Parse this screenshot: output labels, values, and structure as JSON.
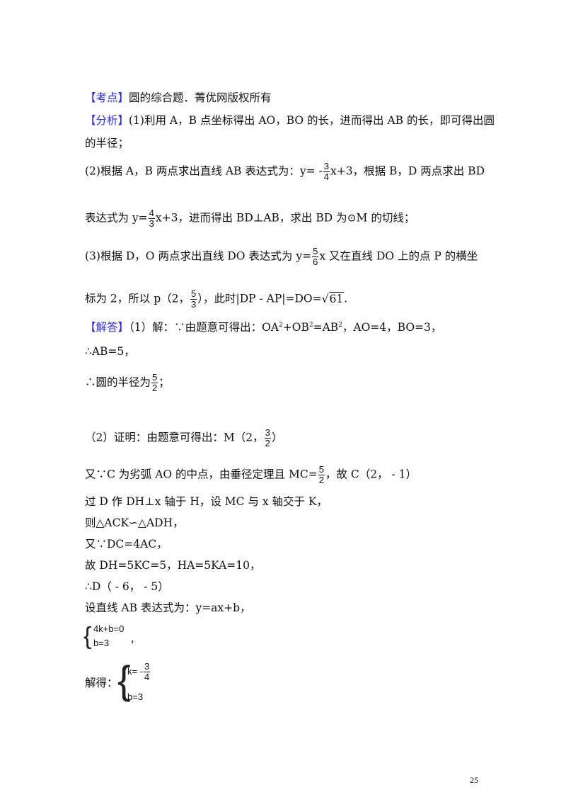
{
  "document": {
    "page_number": "25",
    "kaodian": {
      "tag": "【考点】",
      "text": "圆的综合题．菁优网版权所有"
    },
    "fenxi": {
      "tag": "【分析】",
      "p1_a": "(1)利用 A，B 点坐标得出 AO，BO 的长，进而得出 AB 的长，即可得出圆",
      "p1_b": "的半径；",
      "p2_a_pre": "(2)根据 A，B 两点求出直线 AB 表达式为：y= -",
      "p2_a_frac_num": "3",
      "p2_a_frac_den": "4",
      "p2_a_post": "x+3，根据  B，D 两点求出  BD",
      "p2_b_pre": "表达式为  y=",
      "p2_b_frac_num": "4",
      "p2_b_frac_den": "3",
      "p2_b_post": "x+3，进而得出 BD⊥AB，求出 BD 为⊙M 的切线；",
      "p3_a_pre": "(3)根据 D，O 两点求出直线 DO 表达式为  y=",
      "p3_a_frac_num": "5",
      "p3_a_frac_den": "6",
      "p3_a_post": "x 又在直线  DO 上的点 P 的横坐",
      "p3_b_pre": "标为 2，所以  p（2，",
      "p3_b_frac_num": "5",
      "p3_b_frac_den": "3",
      "p3_b_mid": "），此时|DP - AP|=DO=",
      "p3_b_sqrt": "61",
      "p3_b_end": "."
    },
    "jieda": {
      "tag": "【解答】",
      "l1": "（1）解：∵由题意可得出：OA",
      "l1_sup1": "2",
      "l1_b": "+OB",
      "l1_sup2": "2",
      "l1_c": "=AB",
      "l1_sup3": "2",
      "l1_d": "，AO=4，BO=3，",
      "l2": "∴AB=5，",
      "l3_pre": "∴圆的半径为",
      "l3_frac_num": "5",
      "l3_frac_den": "2",
      "l3_post": "；",
      "l4_pre": "（2）证明：由题意可得出：M（2，",
      "l4_frac_num": "3",
      "l4_frac_den": "2",
      "l4_post": "）",
      "l5_pre": "又∵C 为劣弧 AO 的中点，由垂径定理且  MC=",
      "l5_frac_num": "5",
      "l5_frac_den": "2",
      "l5_post": "，故  C（2，  - 1）",
      "l6": "过  D 作  DH⊥x 轴于  H，设  MC 与  x 轴交于  K，",
      "l7": "则△ACK∽△ADH，",
      "l8": "又∵DC=4AC，",
      "l9": "故  DH=5KC=5，HA=5KA=10，",
      "l10": "∴D（ - 6，  - 5）",
      "l11": "设直线 AB 表达式为：y=ax+b，",
      "sys1_eq1": "4k+b=0",
      "sys1_eq2": "b=3",
      "sys1_post": "，",
      "sys2_label": "解得：",
      "sys2_eq1_pre": "k= -",
      "sys2_eq1_frac_num": "3",
      "sys2_eq1_frac_den": "4",
      "sys2_eq2": "b=3"
    }
  }
}
